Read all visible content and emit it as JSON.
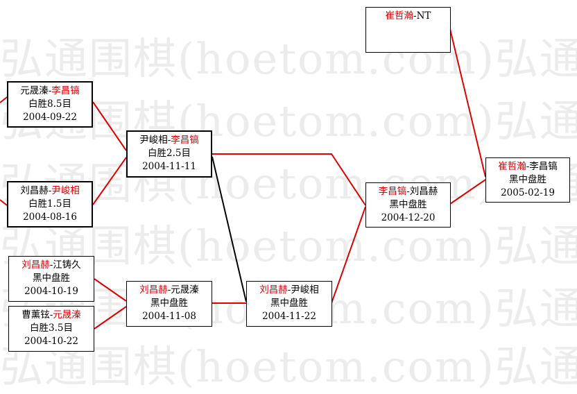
{
  "watermark": "弘通围棋(hoetom.com)弘通围棋",
  "colors": {
    "winner": "#e00000",
    "line_red": "#e00000",
    "line_black": "#000000"
  },
  "matches": [
    {
      "id": "m1",
      "p1": "元晟溱",
      "p2": "李昌镐",
      "winner": 2,
      "result": "白胜8.5目",
      "date": "2004-09-22"
    },
    {
      "id": "m2",
      "p1": "刘昌赫",
      "p2": "尹峻相",
      "winner": 2,
      "result": "白胜1.5目",
      "date": "2004-08-16"
    },
    {
      "id": "m3",
      "p1": "刘昌赫",
      "p2": "江铸久",
      "winner": 1,
      "result": "黑中盘胜",
      "date": "2004-10-19"
    },
    {
      "id": "m4",
      "p1": "曹薰铉",
      "p2": "元晟溱",
      "winner": 2,
      "result": "白胜3.5目",
      "date": "2004-10-22"
    },
    {
      "id": "m5",
      "p1": "尹峻相",
      "p2": "李昌镐",
      "winner": 2,
      "result": "白胜2.5目",
      "date": "2004-11-11"
    },
    {
      "id": "m6",
      "p1": "刘昌赫",
      "p2": "元晟溱",
      "winner": 1,
      "result": "黑中盘胜",
      "date": "2004-11-08"
    },
    {
      "id": "m7",
      "p1": "刘昌赫",
      "p2": "尹峻相",
      "winner": 1,
      "result": "黑中盘胜",
      "date": "2004-11-22"
    },
    {
      "id": "m8",
      "p1": "李昌镐",
      "p2": "刘昌赫",
      "winner": 1,
      "result": "黑中盘胜",
      "date": "2004-12-20"
    },
    {
      "id": "m9",
      "p1": "崔哲瀚",
      "p2": "NT",
      "winner": 1,
      "result": "",
      "date": ""
    },
    {
      "id": "m10",
      "p1": "崔哲瀚",
      "p2": "李昌镐",
      "winner": 1,
      "result": "黑中盘胜",
      "date": "2005-02-19"
    }
  ]
}
